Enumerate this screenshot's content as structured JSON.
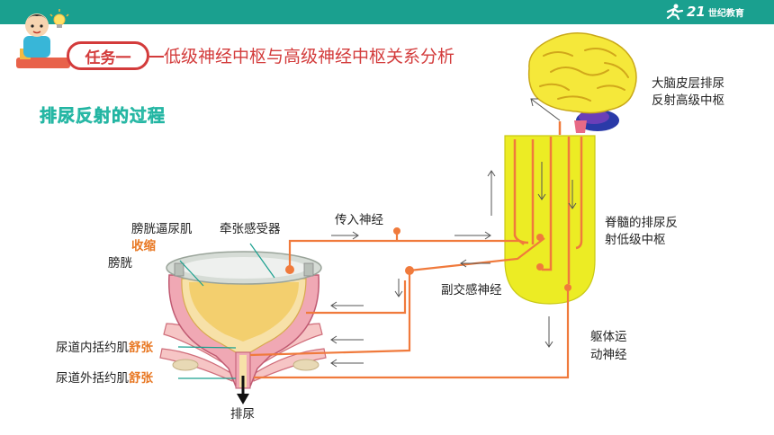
{
  "header": {
    "brand_num": "21",
    "brand_text": "世纪教育"
  },
  "task_label": "任务一",
  "title": "低级神经中枢与高级神经中枢关系分析",
  "subtitle": "排尿反射的过程",
  "labels": {
    "brain": [
      "大脑皮层排尿",
      "反射高级中枢"
    ],
    "spinal": [
      "脊髓的排尿反",
      "射低级中枢"
    ],
    "afferent": "传入神经",
    "stretch_receptor": "牵张感受器",
    "detrusor": "膀胱逼尿肌",
    "contract": "收缩",
    "bladder": "膀胱",
    "parasympathetic": "副交感神经",
    "somatic": [
      "躯体运",
      "动神经"
    ],
    "internal_sphincter": "尿道内括约肌",
    "external_sphincter": "尿道外括约肌",
    "relax": "舒张",
    "urination": "排尿"
  },
  "colors": {
    "header": "#1aa08f",
    "accent_red": "#d33b3b",
    "nerve": "#f07a3c",
    "spinal_cord": "#ecec24",
    "brain": "#f5e83a",
    "emphasis": "#e87722"
  },
  "icons": [
    "student-icon",
    "lightbulb-icon",
    "brain-illustration",
    "bladder-illustration"
  ]
}
